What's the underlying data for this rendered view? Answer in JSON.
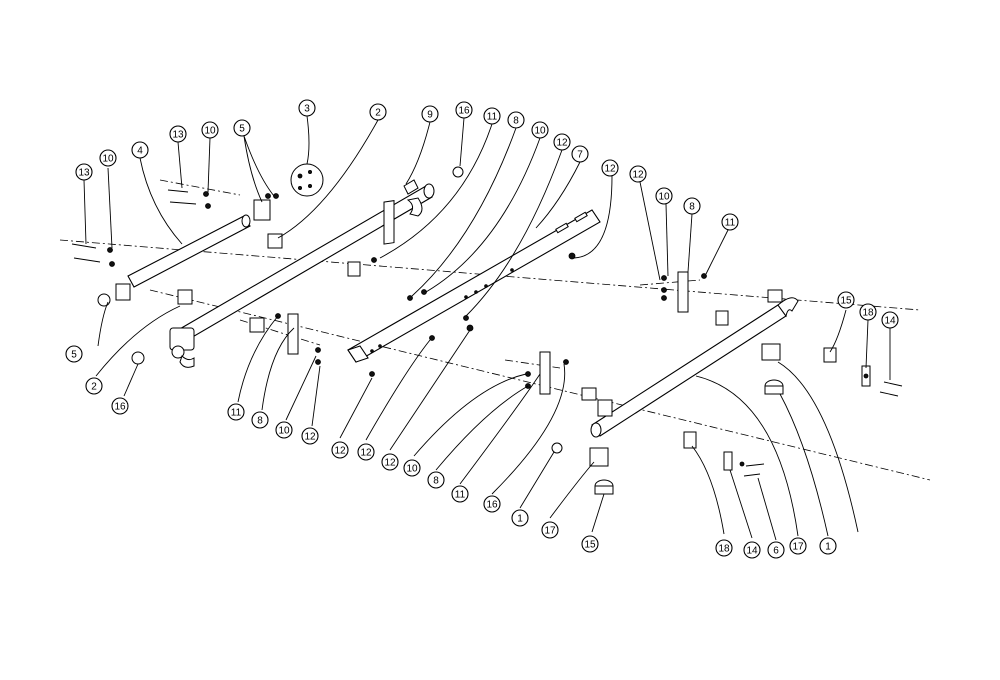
{
  "diagram": {
    "callouts": [
      {
        "id": "c1",
        "label": "13"
      },
      {
        "id": "c2",
        "label": "10"
      },
      {
        "id": "c3",
        "label": "4"
      },
      {
        "id": "c4",
        "label": "13"
      },
      {
        "id": "c5",
        "label": "10"
      },
      {
        "id": "c6",
        "label": "5"
      },
      {
        "id": "c7",
        "label": "3"
      },
      {
        "id": "c8",
        "label": "2"
      },
      {
        "id": "c9",
        "label": "9"
      },
      {
        "id": "c10",
        "label": "16"
      },
      {
        "id": "c11",
        "label": "11"
      },
      {
        "id": "c12",
        "label": "8"
      },
      {
        "id": "c13",
        "label": "10"
      },
      {
        "id": "c14",
        "label": "12"
      },
      {
        "id": "c15",
        "label": "7"
      },
      {
        "id": "c16",
        "label": "12"
      },
      {
        "id": "c17",
        "label": "12"
      },
      {
        "id": "c18",
        "label": "10"
      },
      {
        "id": "c19",
        "label": "8"
      },
      {
        "id": "c20",
        "label": "11"
      },
      {
        "id": "c21",
        "label": "5"
      },
      {
        "id": "c22",
        "label": "2"
      },
      {
        "id": "c23",
        "label": "16"
      },
      {
        "id": "c24",
        "label": "11"
      },
      {
        "id": "c25",
        "label": "8"
      },
      {
        "id": "c26",
        "label": "10"
      },
      {
        "id": "c27",
        "label": "12"
      },
      {
        "id": "c28",
        "label": "12"
      },
      {
        "id": "c29",
        "label": "12"
      },
      {
        "id": "c30",
        "label": "12"
      },
      {
        "id": "c31",
        "label": "10"
      },
      {
        "id": "c32",
        "label": "8"
      },
      {
        "id": "c33",
        "label": "11"
      },
      {
        "id": "c34",
        "label": "16"
      },
      {
        "id": "c35",
        "label": "1"
      },
      {
        "id": "c36",
        "label": "17"
      },
      {
        "id": "c37",
        "label": "15"
      },
      {
        "id": "c38",
        "label": "18"
      },
      {
        "id": "c39",
        "label": "14"
      },
      {
        "id": "c40",
        "label": "6"
      },
      {
        "id": "c41",
        "label": "17"
      },
      {
        "id": "c42",
        "label": "1"
      },
      {
        "id": "c43",
        "label": "15"
      },
      {
        "id": "c44",
        "label": "18"
      },
      {
        "id": "c45",
        "label": "14"
      }
    ]
  }
}
